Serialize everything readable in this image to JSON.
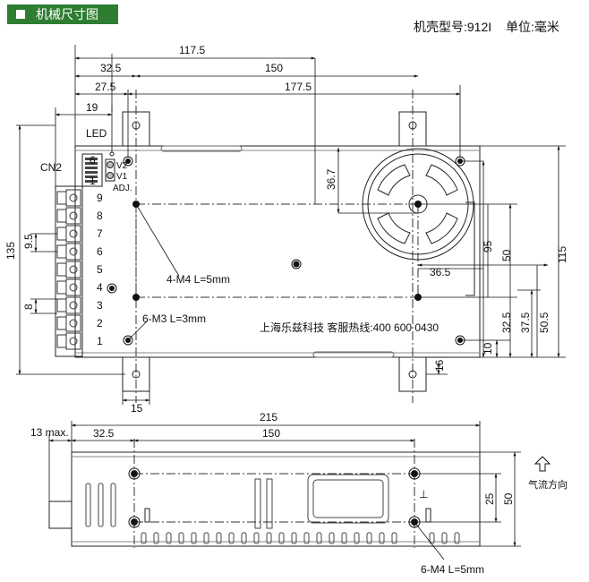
{
  "header": {
    "section_title": "机械尺寸图",
    "model_text": "机壳型号:912I",
    "unit_text": "单位:毫米"
  },
  "top_view": {
    "dims": {
      "d117_5": "117.5",
      "d32_5": "32.5",
      "d150": "150",
      "d27_5": "27.5",
      "d177_5": "177.5",
      "d19": "19",
      "d135": "135",
      "d9_5": "9.5",
      "d8": "8",
      "d36_7": "36.7",
      "d95": "95",
      "d115": "115",
      "d50": "50",
      "d36_5": "36.5",
      "d50_5": "50.5",
      "d32_5b": "32.5",
      "d37_5": "37.5",
      "d10": "10",
      "d16": "16",
      "d15": "15"
    },
    "labels": {
      "led": "LED",
      "cn2": "CN2",
      "pin6": "6",
      "pin1": "1",
      "v2": "V2",
      "v1": "V1",
      "adj": "ADJ.",
      "m4": "4-M4 L=5mm",
      "m3": "6-M3 L=3mm",
      "company": "上海乐兹科技 客服热线:400 600 0430"
    },
    "terminals": [
      "9",
      "8",
      "7",
      "6",
      "5",
      "4",
      "3",
      "2",
      "1"
    ]
  },
  "front_view": {
    "dims": {
      "d215": "215",
      "d13max": "13 max.",
      "d32_5": "32.5",
      "d150": "150",
      "d25": "25",
      "d50": "50"
    },
    "labels": {
      "m4": "6-M4 L=5mm",
      "airflow": "气流方向",
      "screw_mark": "⊥"
    }
  }
}
